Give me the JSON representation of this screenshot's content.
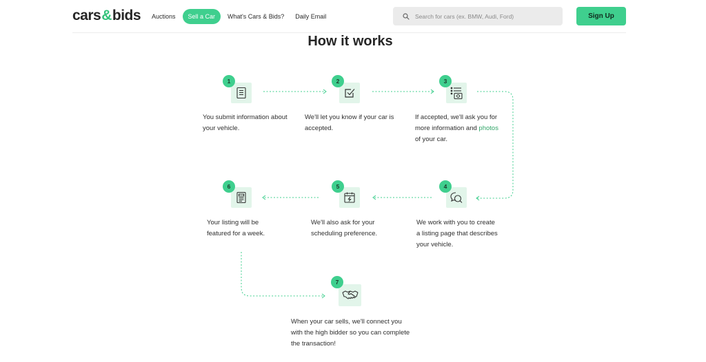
{
  "header": {
    "logo_left": "cars",
    "logo_amp": "&",
    "logo_right": "bids",
    "nav": [
      "Auctions",
      "Sell a Car",
      "What's Cars & Bids?",
      "Daily Email"
    ],
    "search_placeholder": "Search for cars (ex. BMW, Audi, Ford)",
    "signup_label": "Sign Up"
  },
  "title": "How it works",
  "colors": {
    "accent": "#3fcf8e",
    "icon_bg": "#e2f5ea",
    "link": "#34a66a"
  },
  "steps": [
    {
      "number": "1",
      "icon": "form-icon",
      "text": "You submit information about your vehicle."
    },
    {
      "number": "2",
      "icon": "checkbox-icon",
      "text": "We'll let you know if your car is accepted."
    },
    {
      "number": "3",
      "icon": "photo-list-icon",
      "text_before": "If accepted, we'll ask you for more information and ",
      "link": "photos",
      "text_after": " of your car."
    },
    {
      "number": "4",
      "icon": "chat-icon",
      "text": "We work with you to create a listing page that describes your vehicle."
    },
    {
      "number": "5",
      "icon": "calendar-icon",
      "text": "We'll also ask for your scheduling preference."
    },
    {
      "number": "6",
      "icon": "listing-icon",
      "text": "Your listing will be featured for a week."
    },
    {
      "number": "7",
      "icon": "handshake-icon",
      "text": "When your car sells, we'll connect you with the high bidder so you can complete the transaction!"
    }
  ]
}
